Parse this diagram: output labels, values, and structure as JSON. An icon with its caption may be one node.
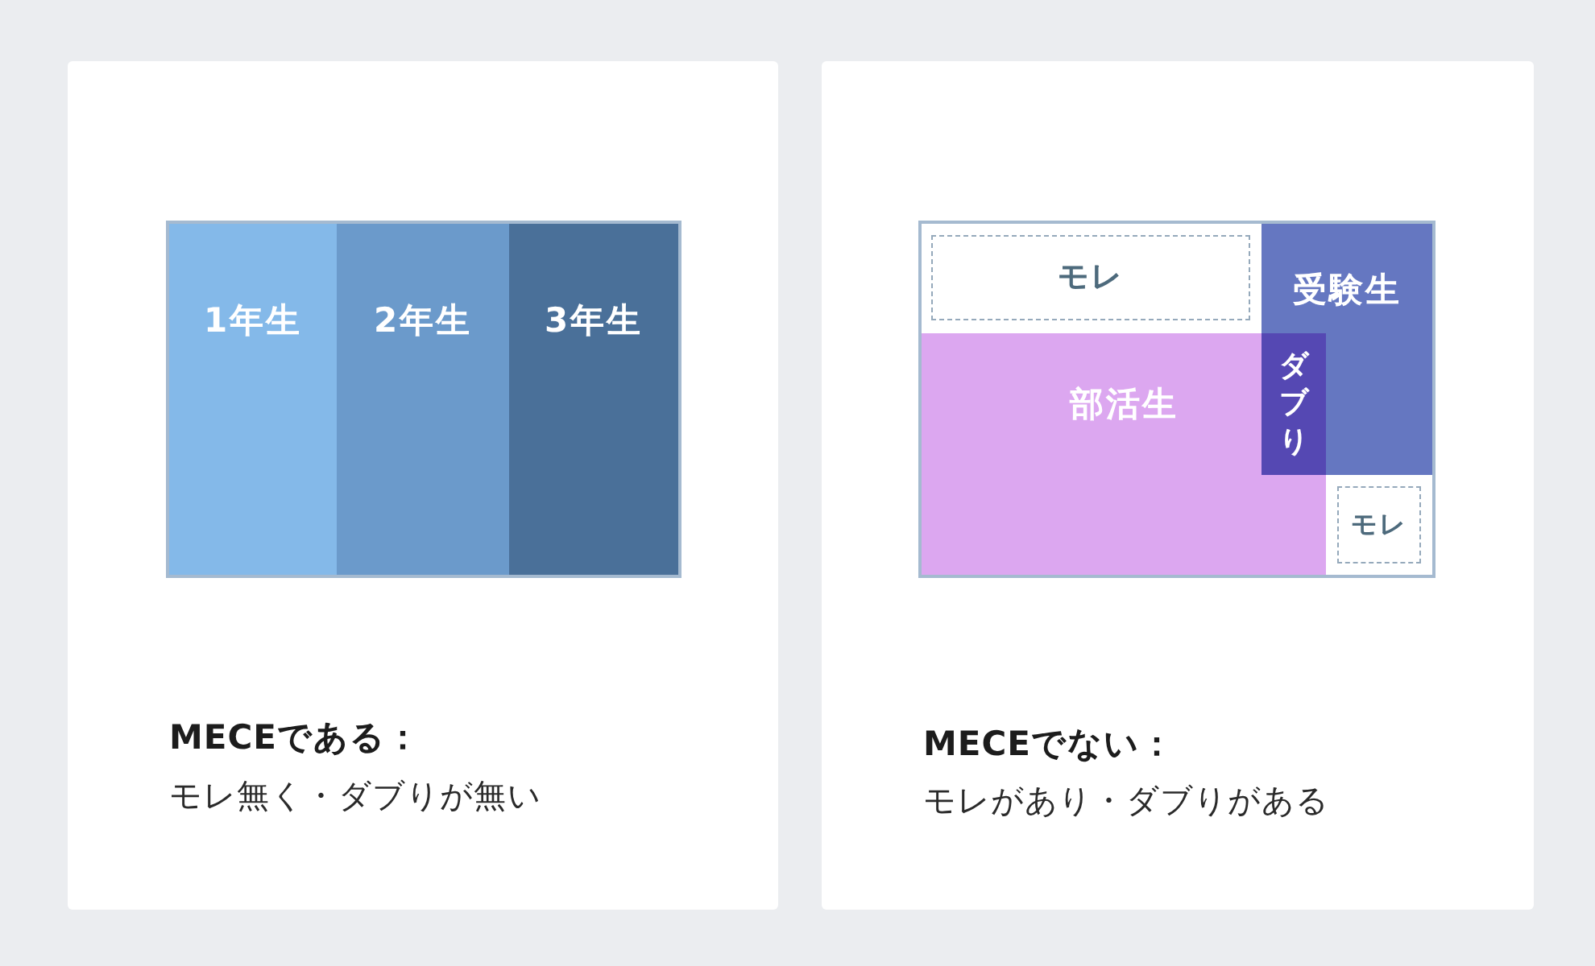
{
  "diagram": {
    "nodes": [
      {
        "text": [
          "MECEである：",
          "モレ無く・ダブりが無い"
        ]
      },
      {
        "text": [],
        "shape": "box",
        "in": 0
      },
      {
        "text": [
          "1年生"
        ],
        "in": 1
      },
      {
        "text": [
          "2年生"
        ],
        "in": 1
      },
      {
        "text": [
          "3年生"
        ],
        "in": 1
      },
      {
        "text": [
          "MECEでない：",
          "モレがあり・ダブりがある"
        ]
      },
      {
        "text": [],
        "shape": "box",
        "in": 5
      },
      {
        "text": [
          "モレ"
        ],
        "in": 6
      },
      {
        "text": [
          "受験生"
        ],
        "in": 6
      },
      {
        "text": [
          "部活生"
        ],
        "in": 6
      },
      {
        "text": [
          "ダブり"
        ]
      },
      {
        "text": [
          "モレ"
        ],
        "in": 6
      }
    ]
  }
}
